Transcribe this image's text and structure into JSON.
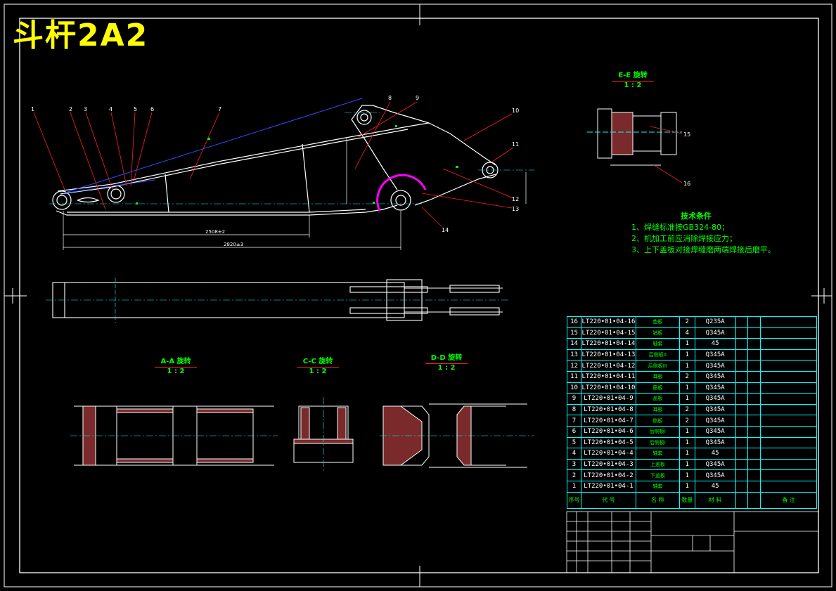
{
  "title": "斗杆2A2",
  "sections": {
    "ee": {
      "title": "E-E 旋转",
      "scale": "1 : 2"
    },
    "aa": {
      "title": "A-A 旋转",
      "scale": "1 : 2"
    },
    "cc": {
      "title": "C-C 旋转",
      "scale": "1 : 2"
    },
    "dd": {
      "title": "D-D 旋转",
      "scale": "1 : 2"
    }
  },
  "tech_notes": {
    "heading": "技术条件",
    "lines": [
      "1、焊缝标准按GB324-80；",
      "2、机加工前应消除焊接应力；",
      "3、上下盖板对接焊缝磨两端焊接后磨平。"
    ]
  },
  "dimensions": {
    "inner": "2508±2",
    "outer": "2820±3"
  },
  "balloons": [
    "1",
    "2",
    "3",
    "4",
    "5",
    "6",
    "7",
    "8",
    "9",
    "10",
    "11",
    "12",
    "13",
    "14",
    "15",
    "16"
  ],
  "bom_header": [
    "序号",
    "代 号",
    "名 称",
    "数量",
    "材 料",
    "",
    "",
    "备 注"
  ],
  "bom": [
    {
      "no": "16",
      "code": "LT220•01•04-16",
      "name": "垫板",
      "qty": "2",
      "mat": "Q235A"
    },
    {
      "no": "15",
      "code": "LT220•01•04-15",
      "name": "销板",
      "qty": "4",
      "mat": "Q345A"
    },
    {
      "no": "14",
      "code": "LT220•01•04-14",
      "name": "轴套",
      "qty": "1",
      "mat": "45"
    },
    {
      "no": "13",
      "code": "LT220•01•04-13",
      "name": "后侧板II",
      "qty": "1",
      "mat": "Q345A"
    },
    {
      "no": "12",
      "code": "LT220•01•04-12",
      "name": "后侧板III",
      "qty": "1",
      "mat": "Q345A"
    },
    {
      "no": "11",
      "code": "LT220•01•04-11",
      "name": "耳板",
      "qty": "2",
      "mat": "Q345A"
    },
    {
      "no": "10",
      "code": "LT220•01•04-10",
      "name": "筋板",
      "qty": "1",
      "mat": "Q345A"
    },
    {
      "no": "9",
      "code": "LT220•01•04-9",
      "name": "盖板",
      "qty": "1",
      "mat": "Q345A"
    },
    {
      "no": "8",
      "code": "LT220•01•04-8",
      "name": "耳板",
      "qty": "2",
      "mat": "Q345A"
    },
    {
      "no": "7",
      "code": "LT220•01•04-7",
      "name": "侧板",
      "qty": "2",
      "mat": "Q345A"
    },
    {
      "no": "6",
      "code": "LT220•01•04-6",
      "name": "后侧板I",
      "qty": "1",
      "mat": "Q345A"
    },
    {
      "no": "5",
      "code": "LT220•01•04-5",
      "name": "后侧板I",
      "qty": "1",
      "mat": "Q345A"
    },
    {
      "no": "4",
      "code": "LT220•01•04-4",
      "name": "轴套",
      "qty": "1",
      "mat": "45"
    },
    {
      "no": "3",
      "code": "LT220•01•04-3",
      "name": "上盖板",
      "qty": "1",
      "mat": "Q345A"
    },
    {
      "no": "2",
      "code": "LT220•01•04-2",
      "name": "下盖板",
      "qty": "1",
      "mat": "Q345A"
    },
    {
      "no": "1",
      "code": "LT220•01•04-1",
      "name": "轴套",
      "qty": "1",
      "mat": "45"
    }
  ]
}
